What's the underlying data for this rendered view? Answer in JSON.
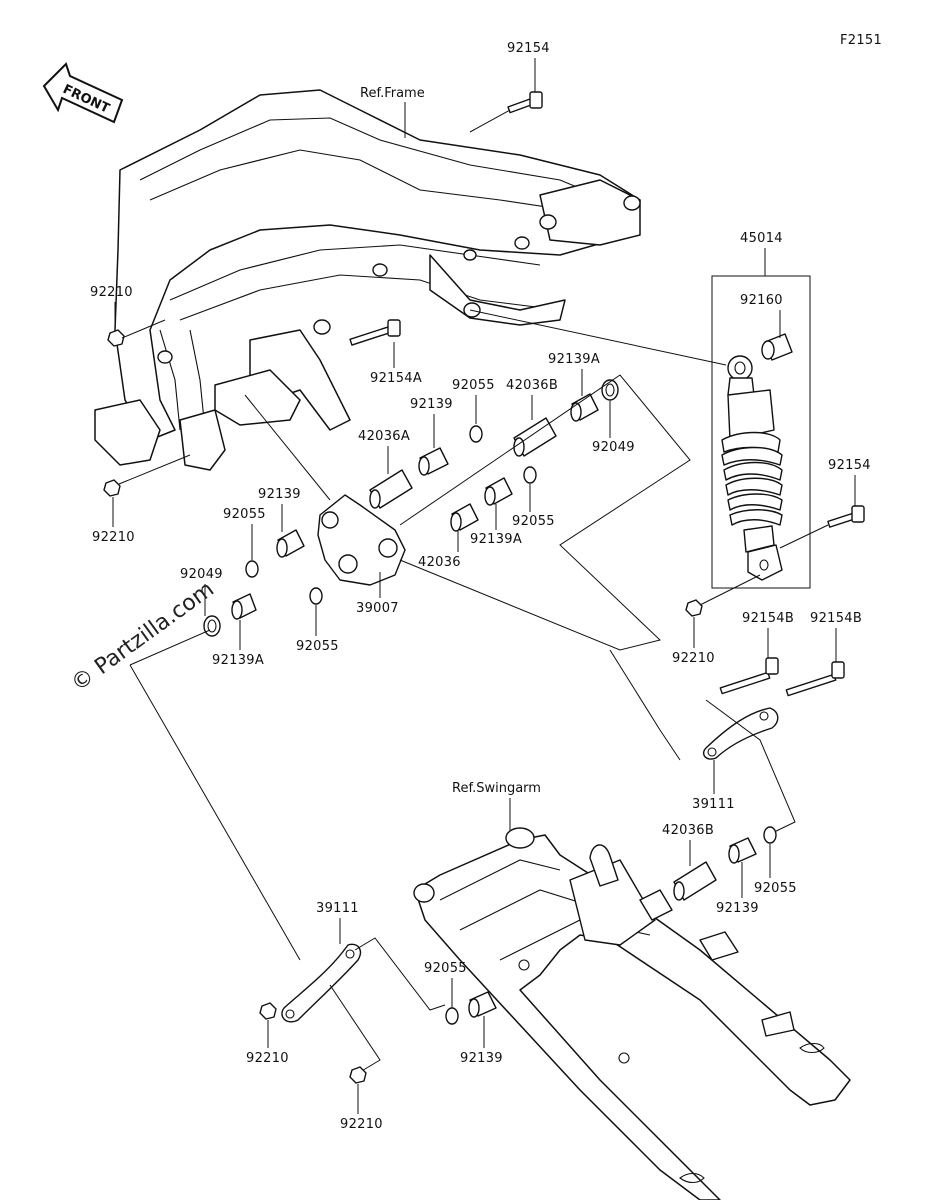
{
  "diagram_code": "F2151",
  "front_label": "FRONT",
  "watermark": "© Partzilla.com",
  "refs": {
    "frame": "Ref.Frame",
    "swingarm": "Ref.Swingarm"
  },
  "callouts": [
    "92154",
    "45014",
    "92160",
    "92210",
    "92154A",
    "92139A",
    "92055",
    "42036B",
    "92139",
    "92049",
    "42036A",
    "92154",
    "92139",
    "92055",
    "92055",
    "92139A",
    "42036",
    "92049",
    "39007",
    "92210",
    "92154B",
    "92154B",
    "92139A",
    "92055",
    "39111",
    "42036B",
    "92055",
    "92139",
    "39111",
    "92055",
    "92210",
    "92139",
    "92210"
  ]
}
